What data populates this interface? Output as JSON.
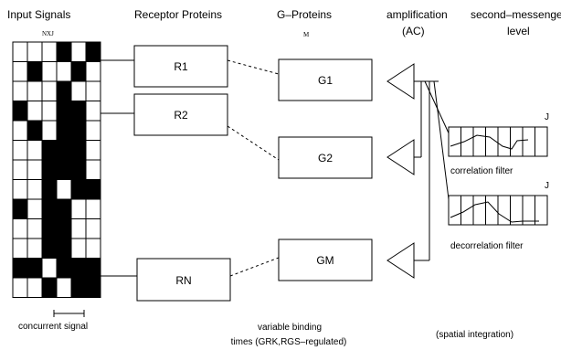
{
  "headers": {
    "input_signals": "Input Signals",
    "receptor_proteins": "Receptor Proteins",
    "g_proteins": "G–Proteins",
    "amplification": "amplification",
    "amplification_sub": "(AC)",
    "second_messenger": "second–messenger",
    "second_messenger_sub": "level"
  },
  "sublabels": {
    "nxj": "NXJ",
    "m": "M",
    "j_top": "J",
    "j_bottom": "J"
  },
  "receptors": [
    "R1",
    "R2",
    "RN"
  ],
  "gproteins": [
    "G1",
    "G2",
    "GM"
  ],
  "filters": {
    "correlation": "correlation filter",
    "decorrelation": "decorrelation filter"
  },
  "footer": {
    "concurrent_signal": "concurrent signal",
    "binding_line1": "variable binding",
    "binding_line2": "times (GRK,RGS–regulated)",
    "spatial": "(spatial integration)"
  },
  "input_grid": {
    "rows": 13,
    "cols": 6,
    "filled": [
      [
        0,
        0,
        0,
        1,
        0,
        1
      ],
      [
        0,
        1,
        0,
        0,
        1,
        0
      ],
      [
        0,
        0,
        0,
        1,
        0,
        0
      ],
      [
        1,
        0,
        0,
        1,
        1,
        0
      ],
      [
        0,
        1,
        0,
        1,
        1,
        0
      ],
      [
        0,
        0,
        1,
        1,
        1,
        0
      ],
      [
        0,
        0,
        1,
        1,
        1,
        0
      ],
      [
        0,
        0,
        1,
        0,
        1,
        1
      ],
      [
        1,
        0,
        1,
        1,
        0,
        0
      ],
      [
        0,
        0,
        1,
        1,
        0,
        0
      ],
      [
        0,
        0,
        1,
        1,
        0,
        0
      ],
      [
        1,
        1,
        0,
        1,
        1,
        1
      ],
      [
        0,
        0,
        1,
        0,
        1,
        1
      ]
    ]
  }
}
